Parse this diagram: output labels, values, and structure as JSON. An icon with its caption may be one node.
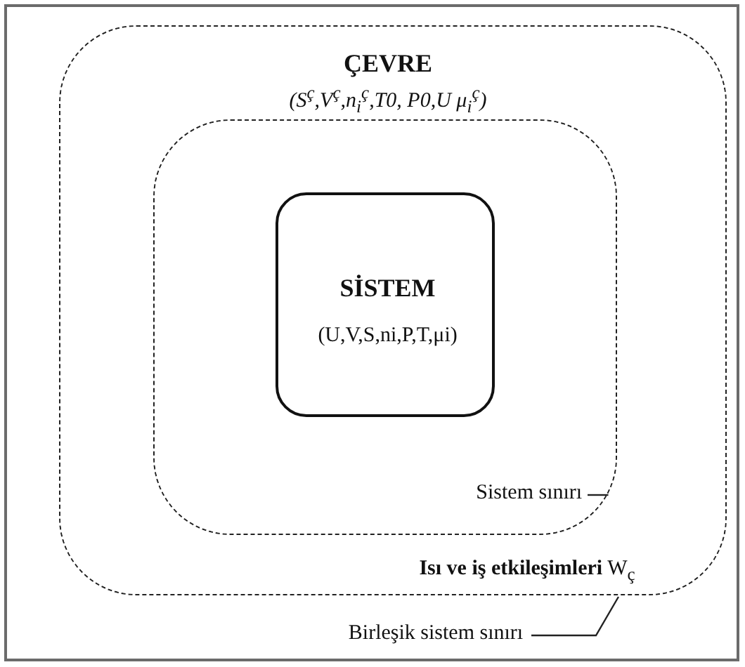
{
  "diagram": {
    "nodes": [
      {
        "text": [
          "ÇEVRE",
          "(S$^{ç}$,V$^{ç}$,n$_{i}$$^{ç}$,T0, P0,U μ$_{i}$$^{ç}$)",
          "**Isı ve iş etkileşimleri** W$_{ç}$"
        ]
      },
      {
        "text": [],
        "shape": "box",
        "in": 0
      },
      {
        "text": [
          "SİSTEM",
          "(U,V,S,ni,P,T,μi)"
        ],
        "in": 1
      },
      {
        "text": [
          "Sistem sınırı"
        ],
        "in": 1
      },
      {
        "text": [
          "Birleşik sistem sınırı"
        ]
      }
    ],
    "edges": [
      {
        "from": 3,
        "to": 1,
        "arrow": "none"
      },
      {
        "from": 4,
        "to": 0,
        "arrow": "none"
      }
    ]
  }
}
